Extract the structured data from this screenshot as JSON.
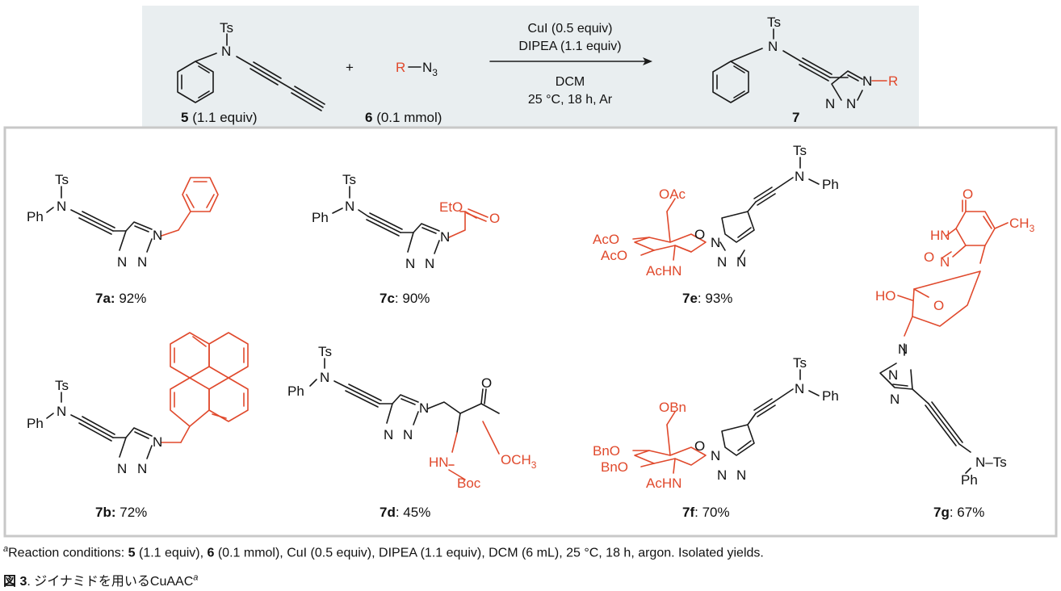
{
  "scheme": {
    "reagent_5": {
      "id": "5",
      "amount": " (1.1 equiv)"
    },
    "plus": "+",
    "reagent_6": {
      "id": "6",
      "amount": " (0.1 mmol)",
      "r_group": "R",
      "azide": "N"
    },
    "conditions": [
      "CuI (0.5 equiv)",
      "DIPEA (1.1 equiv)",
      "DCM",
      "25 °C, 18 h, Ar"
    ],
    "product": {
      "id": "7",
      "r_group": "R"
    },
    "atoms": {
      "ts": "Ts",
      "n": "N",
      "ph": "Ph"
    }
  },
  "products": [
    {
      "id": "7a",
      "yield": "92%",
      "sep": ": "
    },
    {
      "id": "7b",
      "yield": "72%",
      "sep": ": "
    },
    {
      "id": "7c",
      "yield": "90%",
      "sep": ": "
    },
    {
      "id": "7d",
      "yield": "45%",
      "sep": ": "
    },
    {
      "id": "7e",
      "yield": "93%",
      "sep": ": "
    },
    {
      "id": "7f",
      "yield": "70%",
      "sep": ": "
    },
    {
      "id": "7g",
      "yield": "67%",
      "sep": ": "
    }
  ],
  "substituent_labels": {
    "eto": "EtO",
    "o": "O",
    "oac": "OAc",
    "aco": "AcO",
    "achn": "AcHN",
    "obn": "OBn",
    "bno": "BnO",
    "hn": "HN",
    "boc": "Boc",
    "och3": "OCH",
    "ch3": "CH",
    "ho": "HO",
    "n_ts": "N–Ts"
  },
  "footnote": {
    "marker": "a",
    "text_1": "Reaction conditions: ",
    "r5": "5",
    "text_2": " (1.1 equiv), ",
    "r6": "6",
    "text_3": " (0.1 mmol), CuI (0.5 equiv), DIPEA (1.1 equiv), DCM (6 mL), 25 °C, 18 h, argon. Isolated yields."
  },
  "caption": {
    "label": "図 3",
    "text": ". ジイナミドを用いるCuAAC",
    "marker": "a"
  },
  "colors": {
    "accent": "#e0492c",
    "panel": "#e9eef0",
    "frame": "#c8c8c8"
  }
}
